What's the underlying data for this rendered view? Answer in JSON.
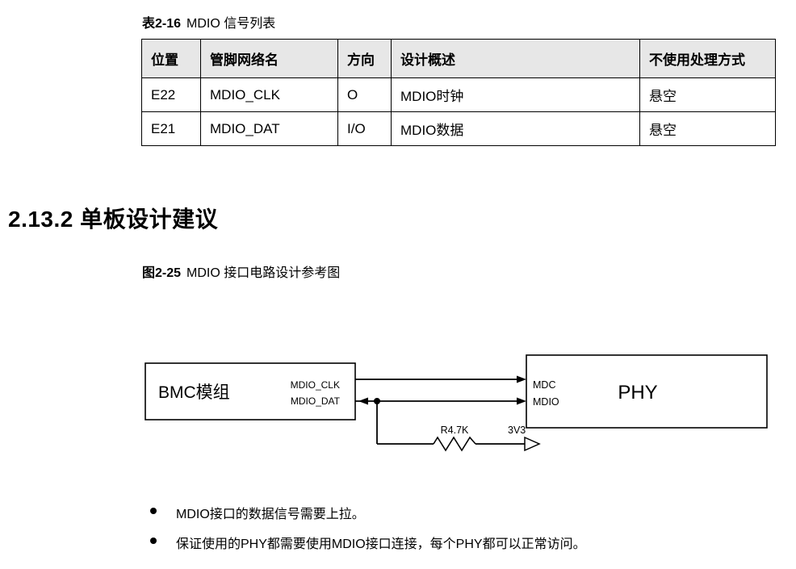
{
  "table_caption": {
    "prefix": "表2-16",
    "title": "MDIO 信号列表"
  },
  "table": {
    "headers": [
      "位置",
      "管脚网络名",
      "方向",
      "设计概述",
      "不使用处理方式"
    ],
    "rows": [
      [
        "E22",
        "MDIO_CLK",
        "O",
        "MDIO时钟",
        "悬空"
      ],
      [
        "E21",
        "MDIO_DAT",
        "I/O",
        "MDIO数据",
        "悬空"
      ]
    ]
  },
  "section_heading": "2.13.2 单板设计建议",
  "figure_caption": {
    "prefix": "图2-25",
    "title": "MDIO 接口电路设计参考图"
  },
  "diagram": {
    "bmc_label": "BMC模组",
    "bmc_signals": [
      "MDIO_CLK",
      "MDIO_DAT"
    ],
    "phy_label": "PHY",
    "phy_signals": [
      "MDC",
      "MDIO"
    ],
    "resistor_label": "R4.7K",
    "power_label": "3V3"
  },
  "bullets": [
    "MDIO接口的数据信号需要上拉。",
    "保证使用的PHY都需要使用MDIO接口连接，每个PHY都可以正常访问。"
  ],
  "colors": {
    "table_header_bg": "#e7e7e7",
    "text": "#000000",
    "background": "#ffffff"
  }
}
